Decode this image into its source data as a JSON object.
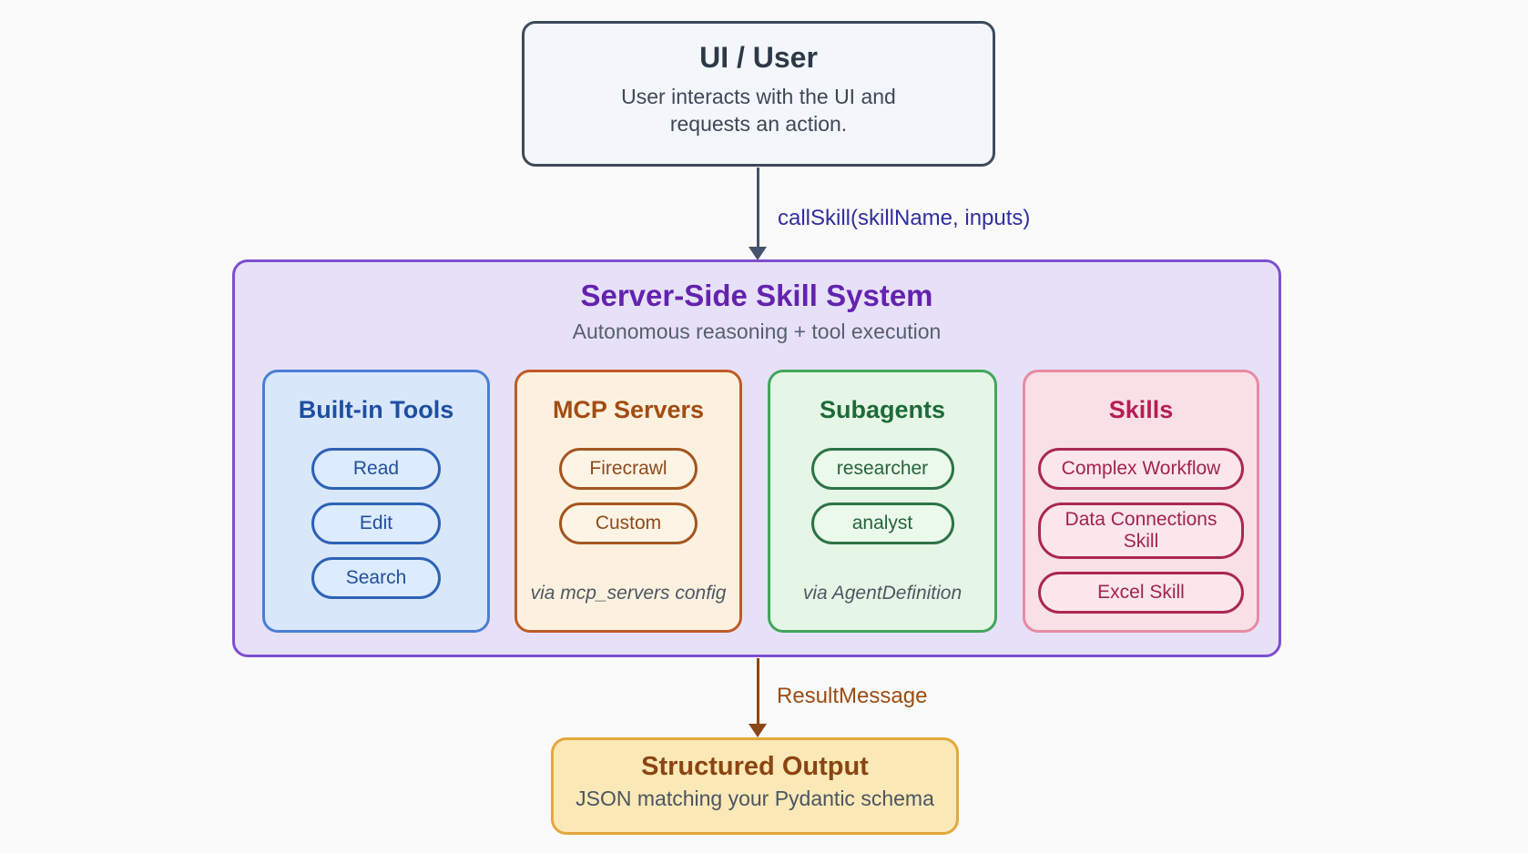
{
  "colors": {
    "page_background": "#fafafa",
    "user_box_border": "#3e4a5b",
    "user_box_background": "#f3f6fa",
    "call_arrow": "#47536b",
    "call_label_indigo": "#312e9e",
    "system_border": "#7e4fd0",
    "system_background": "#e7e1f8",
    "system_title_purple": "#6323ad",
    "blue_section": "#4a7fd4",
    "orange_section": "#bf5b27",
    "green_section": "#41a65c",
    "pink_section": "#e68ba3",
    "result_arrow_brown": "#8a4617",
    "result_label_brown": "#9a4d12",
    "output_border": "#e3a83c",
    "output_background": "#fae8b6",
    "output_title_brown": "#8a4512"
  },
  "user_box": {
    "title": "UI / User",
    "description_lines": [
      "User interacts with the UI and",
      "requests an action."
    ]
  },
  "call_arrow": {
    "label": "callSkill(skillName, inputs)"
  },
  "system": {
    "title": "Server-Side Skill System",
    "subtitle": "Autonomous reasoning + tool execution",
    "sections": [
      {
        "title": "Built-in Tools",
        "items": [
          "Read",
          "Edit",
          "Search"
        ],
        "note": ""
      },
      {
        "title": "MCP Servers",
        "items": [
          "Firecrawl",
          "Custom"
        ],
        "note": "via mcp_servers config"
      },
      {
        "title": "Subagents",
        "items": [
          "researcher",
          "analyst"
        ],
        "note": "via AgentDefinition"
      },
      {
        "title": "Skills",
        "items": [
          "Complex Workflow",
          "Data Connections Skill",
          "Excel Skill"
        ],
        "note": ""
      }
    ]
  },
  "result_arrow": {
    "label": "ResultMessage"
  },
  "output_box": {
    "title": "Structured Output",
    "description": "JSON matching your Pydantic schema"
  }
}
